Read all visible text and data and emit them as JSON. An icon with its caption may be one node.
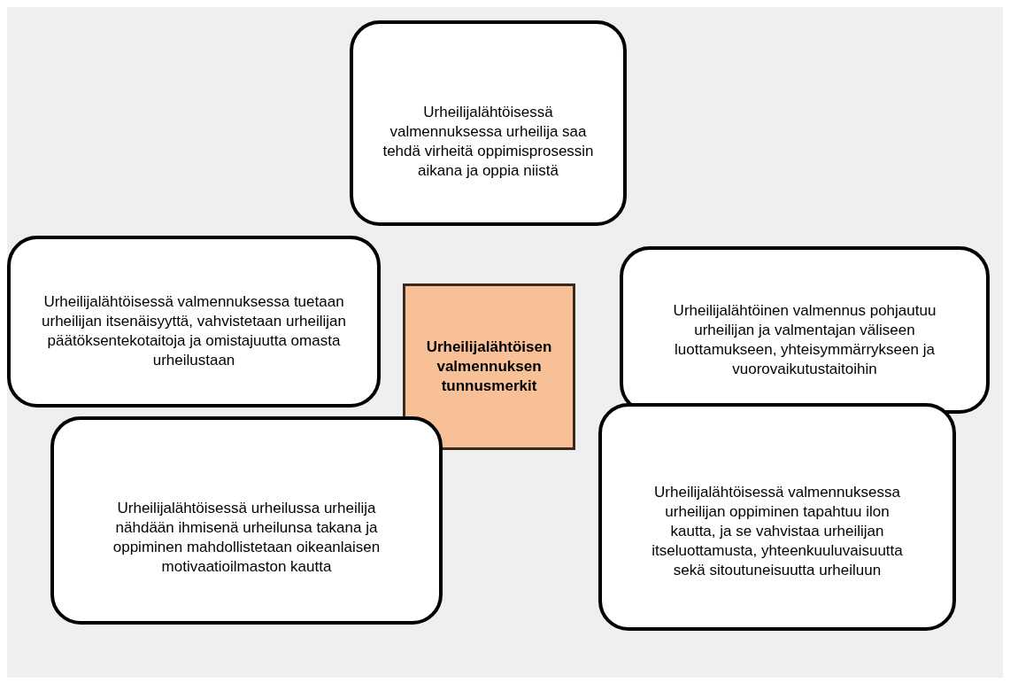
{
  "diagram": {
    "nodes": [
      {
        "text": [
          "Urheilijalähtöisessä valmennuksessa urheilija saa tehdä virheitä oppimisprosessin aikana ja oppia niistä"
        ]
      },
      {
        "text": [
          "Urheilijalähtöisessä valmennuksessa tuetaan urheilijan itsenäisyyttä, vahvistetaan urheilijan päätöksentekotaitoja ja omistajuutta omasta urheilustaan"
        ]
      },
      {
        "text": [
          "Urheilijalähtöisen valmennuksen tunnusmerkit"
        ]
      },
      {
        "text": [
          "Urheilijalähtöinen valmennus pohjautuu urheilijan ja valmentajan väliseen luottamukseen, yhteisymmärrykseen ja vuorovaikutustaitoihin"
        ]
      },
      {
        "text": [
          "Urheilijalähtöisessä urheilussa urheilija nähdään ihmisenä urheilunsa takana ja oppiminen mahdollistetaan oikeanlaisen motivaatioilmaston kautta"
        ]
      },
      {
        "text": [
          "Urheilijalähtöisessä valmennuksessa urheilijan oppiminen tapahtuu ilon kautta, ja se vahvistaa urheilijan itseluottamusta, yhteenkuuluvaisuutta sekä sitoutuneisuutta urheiluun"
        ]
      }
    ],
    "edges": []
  }
}
